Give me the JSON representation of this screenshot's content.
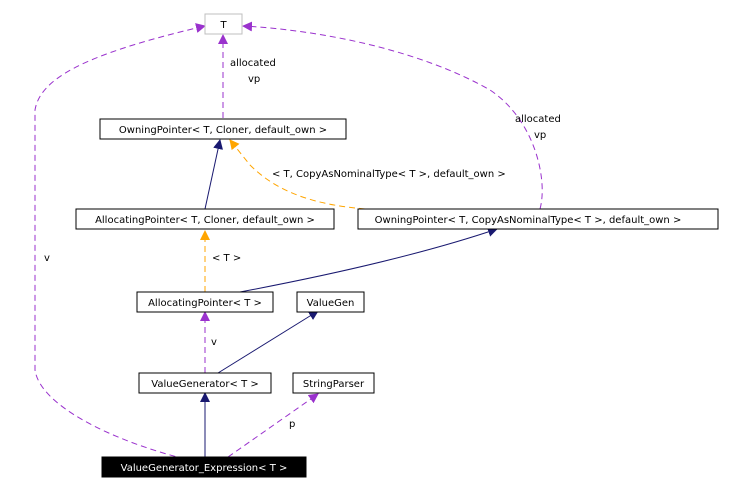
{
  "nodes": {
    "t": "T",
    "owning_cloner": "OwningPointer< T, Cloner, default_own >",
    "allocating_cloner": "AllocatingPointer< T, Cloner, default_own >",
    "owning_copyas": "OwningPointer< T, CopyAsNominalType< T >, default_own >",
    "allocating_t": "AllocatingPointer< T >",
    "valuegen": "ValueGen",
    "valuegenerator_t": "ValueGenerator< T >",
    "stringparser": "StringParser",
    "valuegenerator_expression": "ValueGenerator_Expression< T >"
  },
  "edge_labels": {
    "allocated_1": "allocated",
    "vp_1": "vp",
    "allocated_2": "allocated",
    "vp_2": "vp",
    "copyas_template": "< T, CopyAsNominalType< T >, default_own >",
    "t_template": "< T >",
    "v_left": "v",
    "v_mid": "v",
    "p": "p"
  },
  "colors": {
    "inheritance": "#191970",
    "usage": "#9a32cd",
    "template": "#ffa500",
    "highlight_fill": "#000000",
    "t_border": "#bfbfbf"
  }
}
